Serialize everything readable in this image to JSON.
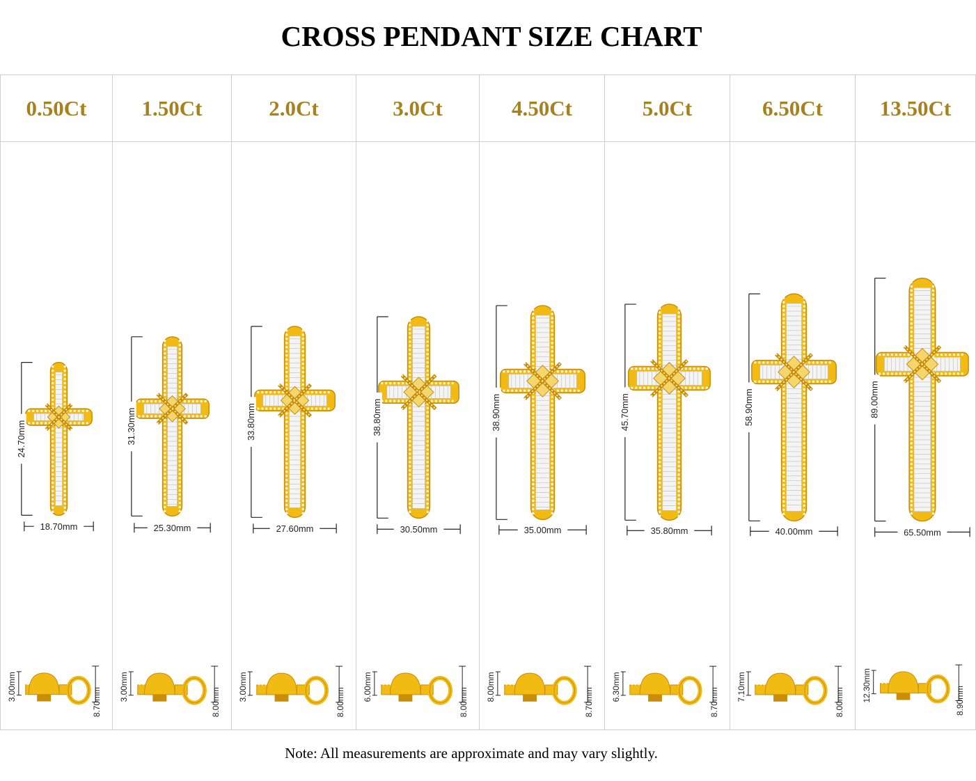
{
  "title": "CROSS PENDANT SIZE CHART",
  "note": "Note: All measurements are approximate and may vary slightly.",
  "colors": {
    "gold": "#f2bb14",
    "gold_dark": "#c98d07",
    "header_text": "#a8811f",
    "stone": "#f4f4f4",
    "grid": "#cfcfcf"
  },
  "columns": [
    {
      "carat": "0.50Ct",
      "height": "24.70mm",
      "width": "18.70mm",
      "thickness": "3.00mm",
      "bail": "8.70mm"
    },
    {
      "carat": "1.50Ct",
      "height": "31.30mm",
      "width": "25.30mm",
      "thickness": "3.00mm",
      "bail": "8.00mm"
    },
    {
      "carat": "2.0Ct",
      "height": "33.80mm",
      "width": "27.60mm",
      "thickness": "3.00mm",
      "bail": "8.00mm"
    },
    {
      "carat": "3.0Ct",
      "height": "38.80mm",
      "width": "30.50mm",
      "thickness": "6.00mm",
      "bail": "8.00mm"
    },
    {
      "carat": "4.50Ct",
      "height": "38.90mm",
      "width": "35.00mm",
      "thickness": "8.00mm",
      "bail": "8.70mm"
    },
    {
      "carat": "5.0Ct",
      "height": "45.70mm",
      "width": "35.80mm",
      "thickness": "6.30mm",
      "bail": "8.70mm"
    },
    {
      "carat": "6.50Ct",
      "height": "58.90mm",
      "width": "40.00mm",
      "thickness": "7.10mm",
      "bail": "8.00mm"
    },
    {
      "carat": "13.50Ct",
      "height": "89.00mm",
      "width": "65.50mm",
      "thickness": "12.30mm",
      "bail": "8.90mm"
    }
  ]
}
